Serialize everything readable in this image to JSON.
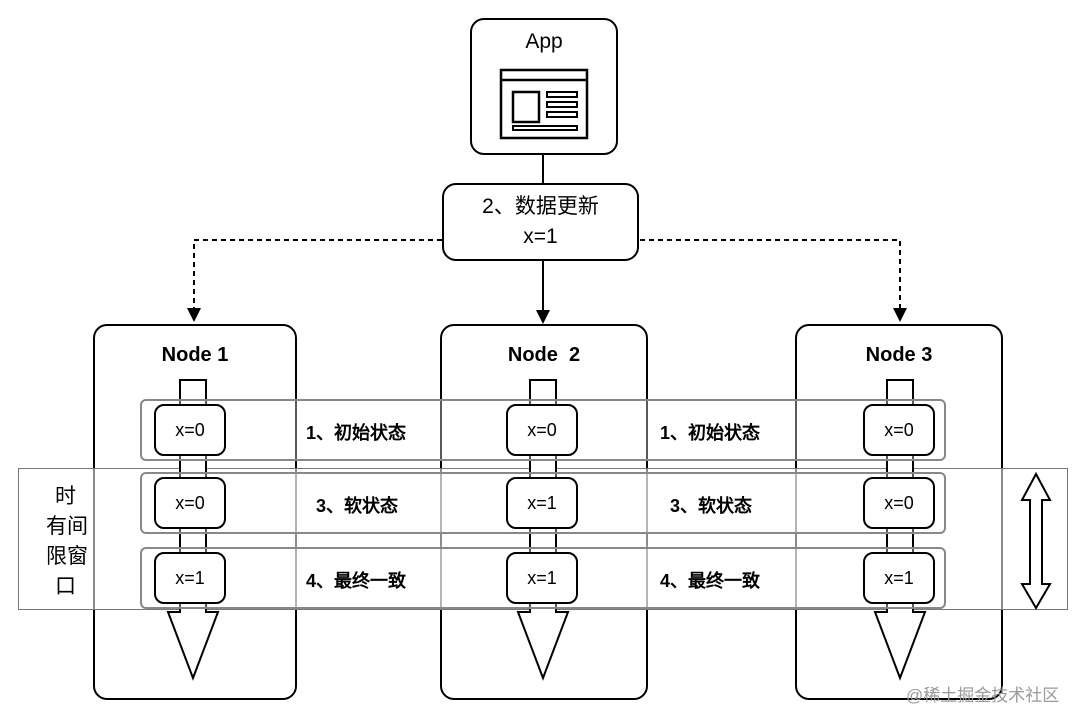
{
  "app": {
    "label": "App",
    "icon": "app-window-icon"
  },
  "update": {
    "line1": "2、数据更新",
    "line2": "x=1"
  },
  "nodes": [
    {
      "title": "Node 1"
    },
    {
      "title": "Node  2"
    },
    {
      "title": "Node 3"
    }
  ],
  "rows": [
    {
      "values": [
        "x=0",
        "x=0",
        "x=0"
      ],
      "label": "1、初始状态"
    },
    {
      "values": [
        "x=0",
        "x=1",
        "x=0"
      ],
      "label": "3、软状态"
    },
    {
      "values": [
        "x=1",
        "x=1",
        "x=1"
      ],
      "label": "4、最终一致"
    }
  ],
  "window_label": [
    "时",
    "有间",
    "限窗",
    "口"
  ],
  "watermark": "@稀土掘金技术社区"
}
